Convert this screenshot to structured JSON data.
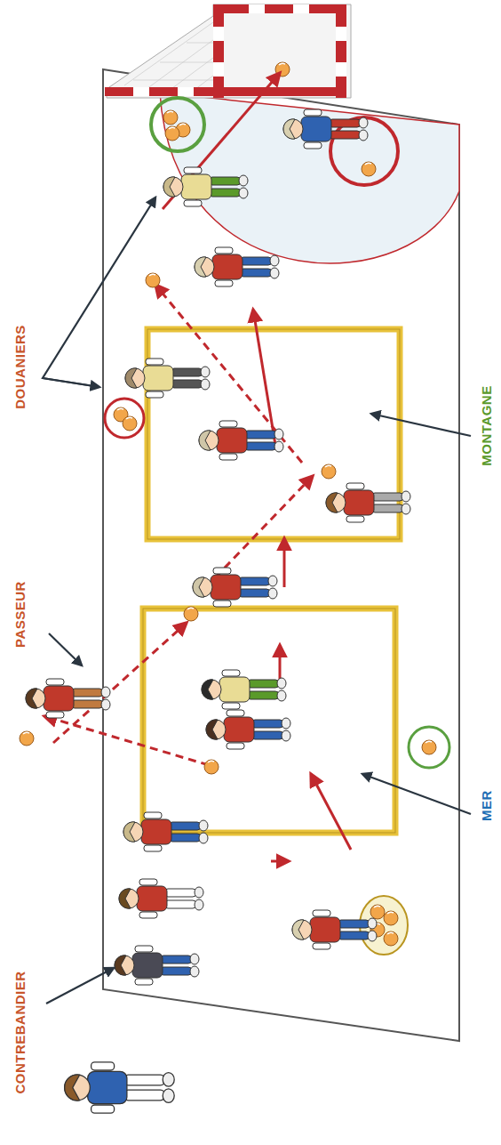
{
  "diagram": {
    "labels": [
      "CONTREBANDIER",
      "PASSEUR",
      "DOUANIERS",
      "MONTAGNE",
      "MER"
    ]
  }
}
